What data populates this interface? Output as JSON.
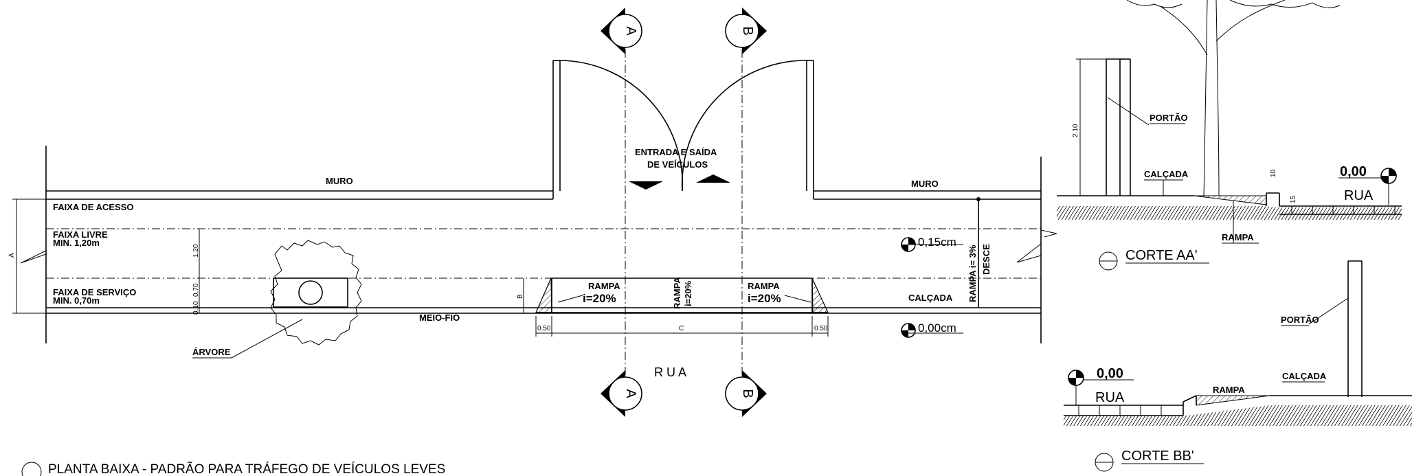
{
  "plan": {
    "title": "PLANTA BAIXA - PADRÃO PARA TRÁFEGO DE VEÍCULOS LEVES",
    "muro_left": "MURO",
    "muro_right": "MURO",
    "entrada_line1": "ENTRADA E SAÍDA",
    "entrada_line2": "DE VEÍCULOS",
    "faixa_acesso": "FAIXA DE ACESSO",
    "faixa_livre_1": "FAIXA LIVRE",
    "faixa_livre_2": "MIN. 1,20m",
    "faixa_servico_1": "FAIXA DE SERVIÇO",
    "faixa_servico_2": "MIN. 0,70m",
    "meio_fio": "MEIO-FIO",
    "arvore": "ÁRVORE",
    "rua": "R U A",
    "rampa_left": "RAMPA",
    "rampa_left_i": "i=20%",
    "rampa_right": "RAMPA",
    "rampa_right_i": "i=20%",
    "rampa_center": "RAMPA",
    "rampa_center_i": "i=20%",
    "rampa_desce": "RAMPA i= 3%",
    "desce": "DESCE",
    "calcada": "CALÇADA",
    "level_top": "0,15cm",
    "level_bottom": "0,00cm",
    "dim_a": "A",
    "dim_b": "B",
    "dim_c": "C",
    "dim_050_left": "0.50",
    "dim_050_right": "0.50",
    "dim_120": "1.20",
    "dim_070": "0.70",
    "dim_010": "0.10",
    "section_a": "A",
    "section_b": "B"
  },
  "corte_aa": {
    "title": "CORTE AA'",
    "dim_210": "2.10",
    "portao": "PORTÃO",
    "calcada": "CALÇADA",
    "rampa": "RAMPA",
    "level": "0,00",
    "rua": "RUA",
    "dim_10": "10",
    "dim_15": "15"
  },
  "corte_bb": {
    "title": "CORTE BB'",
    "portao": "PORTÃO",
    "calcada": "CALÇADA",
    "rampa": "RAMPA",
    "level": "0,00",
    "rua": "RUA"
  }
}
